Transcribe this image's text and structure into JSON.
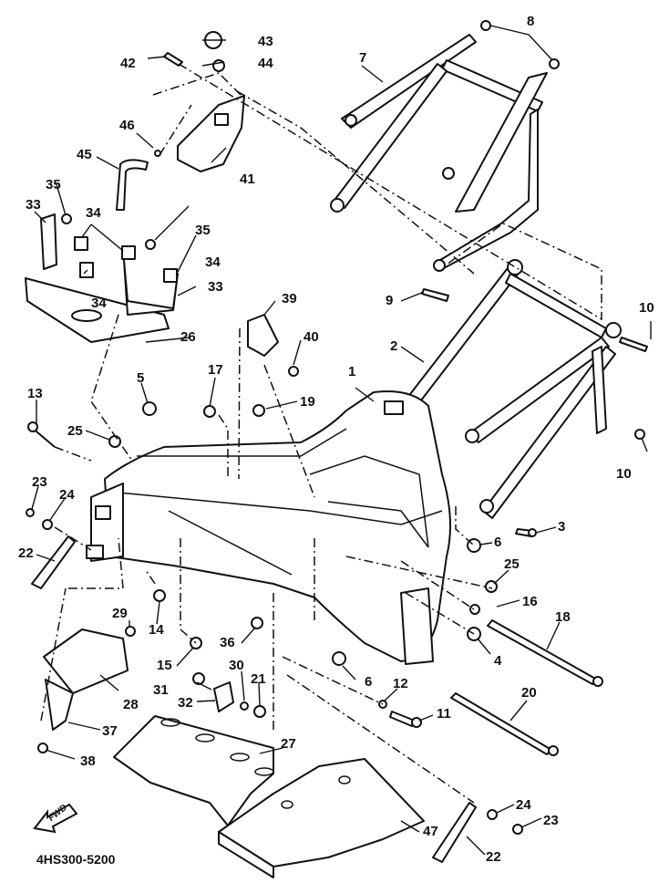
{
  "diagram": {
    "title_code": "4HS300-5200",
    "direction_badge": "FWD",
    "direction_icon": "forward-arrow-icon",
    "callouts": {
      "p1": "1",
      "p2": "2",
      "p3": "3",
      "p4": "4",
      "p5": "5",
      "p6a": "6",
      "p6b": "6",
      "p7": "7",
      "p8": "8",
      "p9": "9",
      "p10a": "10",
      "p10b": "10",
      "p11": "11",
      "p12": "12",
      "p13": "13",
      "p14": "14",
      "p15": "15",
      "p16": "16",
      "p17": "17",
      "p18": "18",
      "p19": "19",
      "p20": "20",
      "p21": "21",
      "p22a": "22",
      "p22b": "22",
      "p23a": "23",
      "p23b": "23",
      "p24a": "24",
      "p24b": "24",
      "p25a": "25",
      "p25b": "25",
      "p26": "26",
      "p27": "27",
      "p28": "28",
      "p29": "29",
      "p30": "30",
      "p31": "31",
      "p32": "32",
      "p33a": "33",
      "p33b": "33",
      "p34a": "34",
      "p34b": "34",
      "p34c": "34",
      "p35a": "35",
      "p35b": "35",
      "p36": "36",
      "p37": "37",
      "p38": "38",
      "p39": "39",
      "p40": "40",
      "p41": "41",
      "p42": "42",
      "p43": "43",
      "p44": "44",
      "p45": "45",
      "p46": "46",
      "p47": "47"
    }
  }
}
